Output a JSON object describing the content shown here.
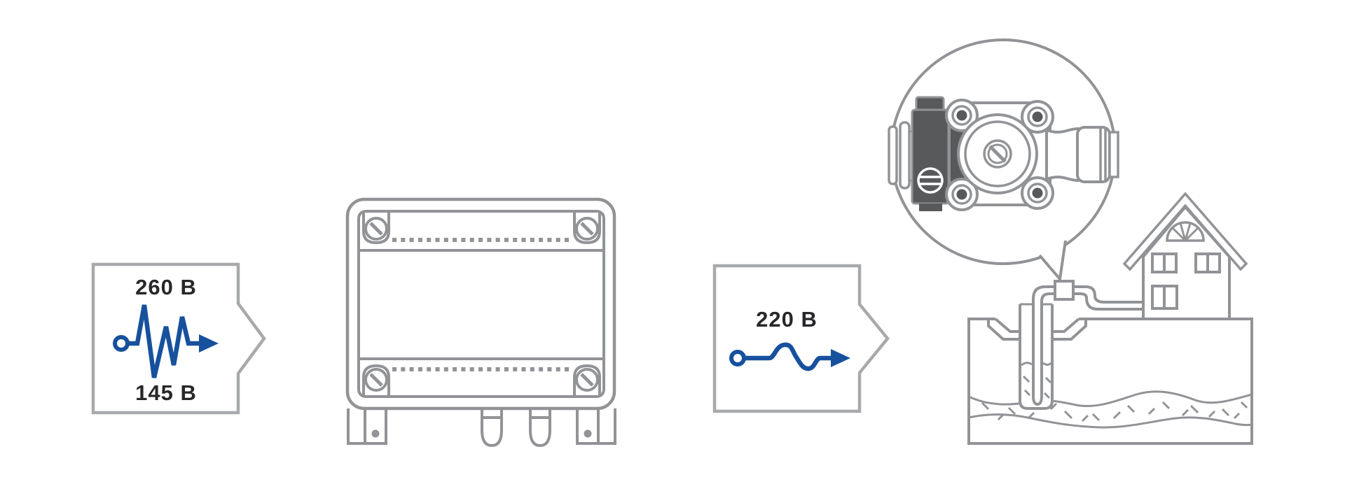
{
  "badges": {
    "input": {
      "top_value": "260 В",
      "bottom_value": "145 В"
    },
    "output": {
      "value": "220 В"
    }
  },
  "icons": {
    "input_wave": "unstable-voltage-wave-icon",
    "output_wave": "stable-voltage-wave-icon",
    "device": "voltage-stabilizer-icon",
    "callout": "borehole-pump-icon",
    "scene": "house-with-borehole-icon"
  },
  "colors": {
    "line": "#919396",
    "badge": "#a7a9ac",
    "dark": "#58595b",
    "blue": "#17519e",
    "text": "#27272a"
  }
}
